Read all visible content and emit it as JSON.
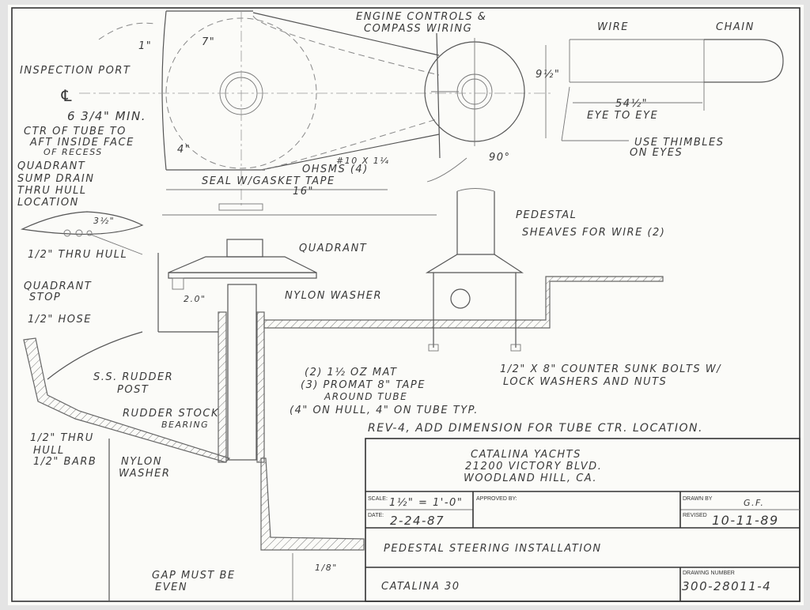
{
  "labels": {
    "engine_controls": "ENGINE CONTROLS &",
    "compass_wiring": "COMPASS WIRING",
    "wire": "WIRE",
    "chain": "CHAIN",
    "dim_1": "1\"",
    "dim_7": "7\"",
    "inspection_port": "INSPECTION PORT",
    "centerline": "℄",
    "dim_6_3_4": "6 3/4\" MIN.",
    "ctr_tube_1": "CTR OF TUBE TO",
    "ctr_tube_2": "AFT INSIDE FACE",
    "ctr_tube_3": "OF RECESS",
    "dim_4": "4\"",
    "dim_9_1_2": "9½\"",
    "dim_54_1_2": "54½\"",
    "eye_to_eye": "EYE TO EYE",
    "use_thimbles_1": "USE THIMBLES",
    "use_thimbles_2": "ON EYES",
    "screws_1": "#10 X 1¼",
    "screws_2": "OHSMS (4)",
    "seal": "SEAL W/GASKET TAPE",
    "dim_16": "16\"",
    "angle_90": "90°",
    "sump_1": "QUADRANT",
    "sump_2": "SUMP DRAIN",
    "sump_3": "THRU HULL",
    "sump_4": "LOCATION",
    "dim_3_1_2": "3½\"",
    "half_thru_hull": "1/2\" THRU HULL",
    "pedestal": "PEDESTAL",
    "sheaves": "SHEAVES FOR WIRE (2)",
    "quadrant": "QUADRANT",
    "quadrant_stop_1": "QUADRANT",
    "quadrant_stop_2": "STOP",
    "dim_2_0": "2.0\"",
    "nylon_washer": "NYLON WASHER",
    "half_hose": "1/2\" HOSE",
    "bolts_1": "1/2\" X 8\" COUNTER SUNK BOLTS W/",
    "bolts_2": "LOCK WASHERS AND NUTS",
    "rudder_post_1": "S.S. RUDDER",
    "rudder_post_2": "POST",
    "mat_1": "(2) 1½ OZ MAT",
    "mat_2": "(3) PROMAT 8\" TAPE",
    "mat_3": "AROUND TUBE",
    "mat_4": "(4\" ON HULL, 4\" ON TUBE TYP.",
    "bearing_1": "RUDDER STOCK",
    "bearing_2": "BEARING",
    "thru_hull_1": "1/2\" THRU",
    "thru_hull_2": "HULL",
    "thru_hull_3": "1/2\" BARB",
    "nylon_washer_2a": "NYLON",
    "nylon_washer_2b": "WASHER",
    "gap_1": "GAP MUST BE",
    "gap_2": "EVEN",
    "dim_1_8": "1/8\""
  },
  "revision_note": "REV-4, ADD DIMENSION FOR TUBE CTR. LOCATION.",
  "title_block": {
    "company": "CATALINA YACHTS",
    "address": "21200 VICTORY BLVD.",
    "city": "WOODLAND HILL, CA.",
    "scale_label": "SCALE:",
    "scale_value": "1½\" = 1'-0\"",
    "approved_label": "APPROVED BY:",
    "drawn_label": "DRAWN BY",
    "drawn_value": "G.F.",
    "date_label": "DATE:",
    "date_value": "2-24-87",
    "revised_label": "REVISED",
    "revised_value": "10-11-89",
    "title": "PEDESTAL STEERING INSTALLATION",
    "project": "CATALINA 30",
    "drawing_number_label": "DRAWING NUMBER",
    "drawing_number": "300-28011-4"
  }
}
